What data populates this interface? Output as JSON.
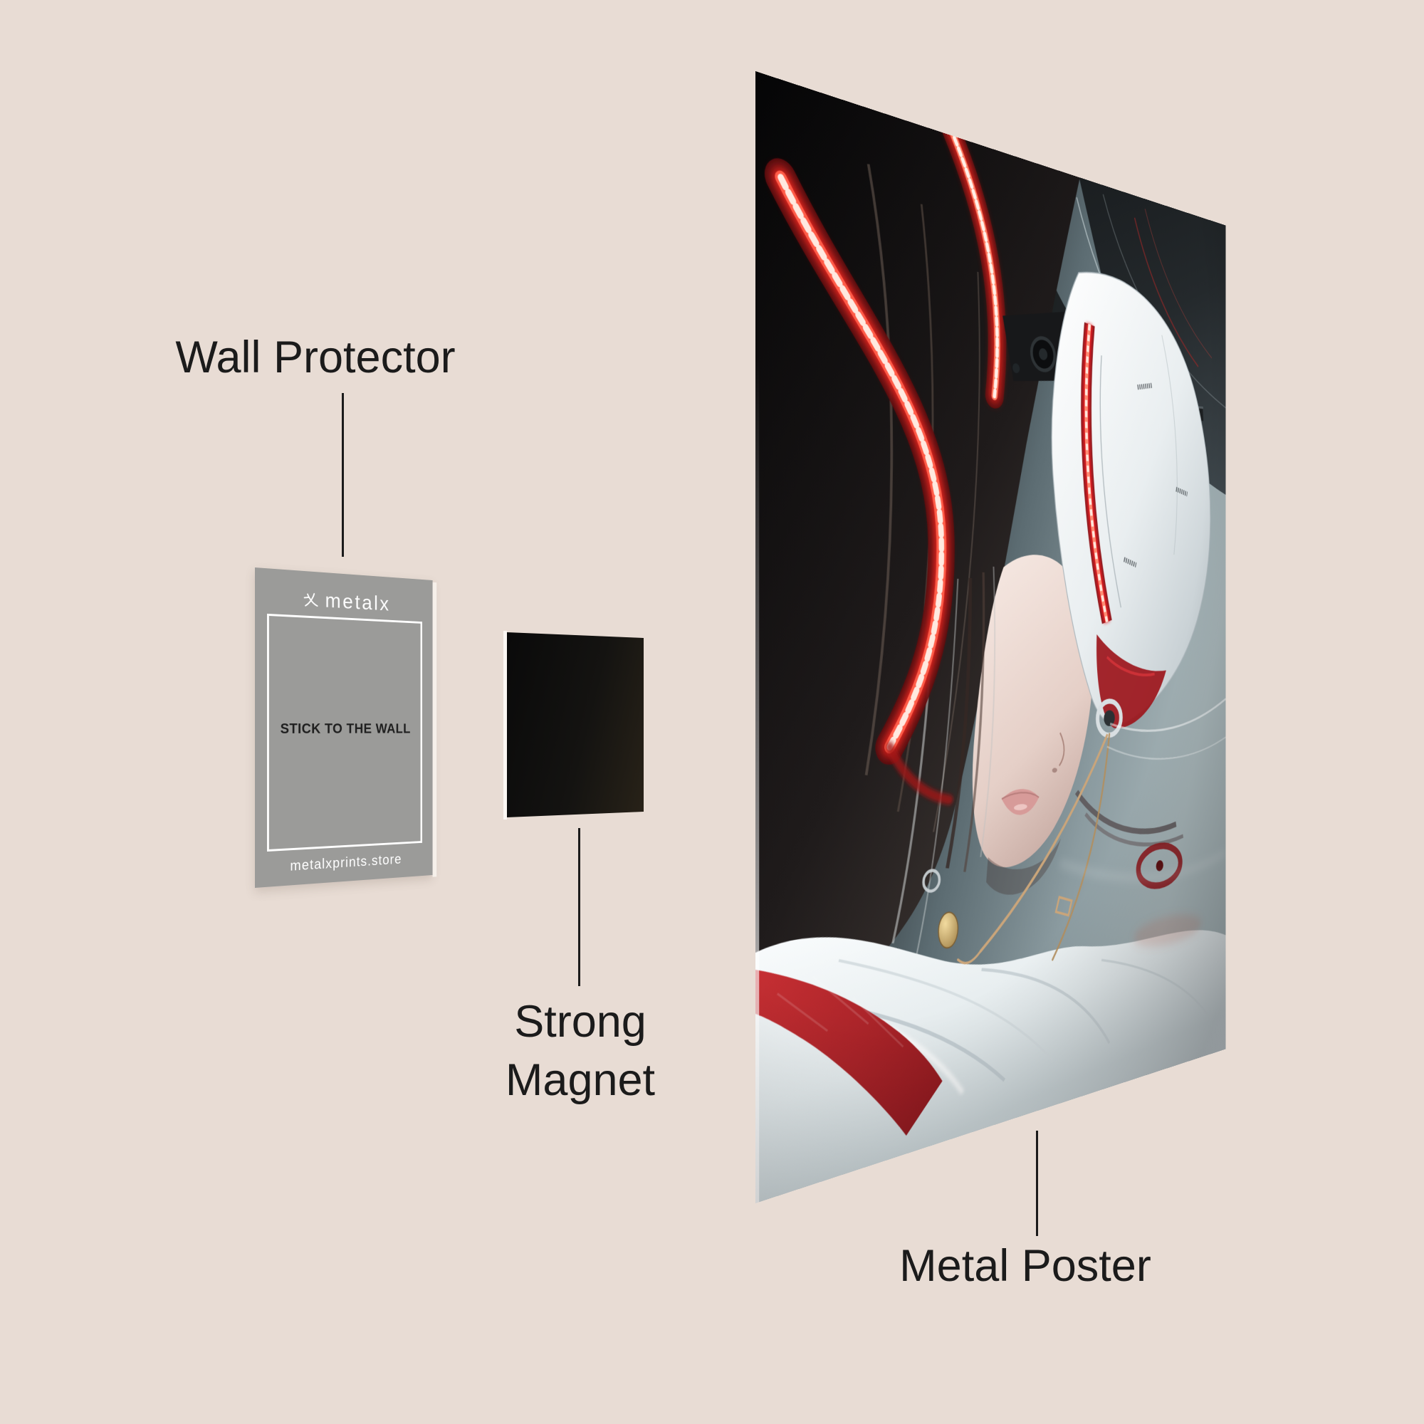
{
  "scene": {
    "background_color": "#e8dcd4",
    "text_color": "#1b1b1b"
  },
  "labels": {
    "wall_protector": "Wall Protector",
    "strong_magnet_line1": "Strong",
    "strong_magnet_line2": "Magnet",
    "metal_poster": "Metal Poster"
  },
  "wall_protector_card": {
    "brand": "metalx",
    "message": "STICK TO THE WALL",
    "website": "metalxprints.store",
    "surface_color": "#9b9b99"
  },
  "magnet": {
    "color": "#0e0e0e"
  },
  "poster": {
    "alt": "Metal poster artwork: woman with dark hair wearing a white robotic kitsune fox mask with glowing red LED strips, white garment with red stripe, grey-teal backdrop",
    "accent_red": "#e0201f",
    "backdrop_teal": "#87979d"
  }
}
